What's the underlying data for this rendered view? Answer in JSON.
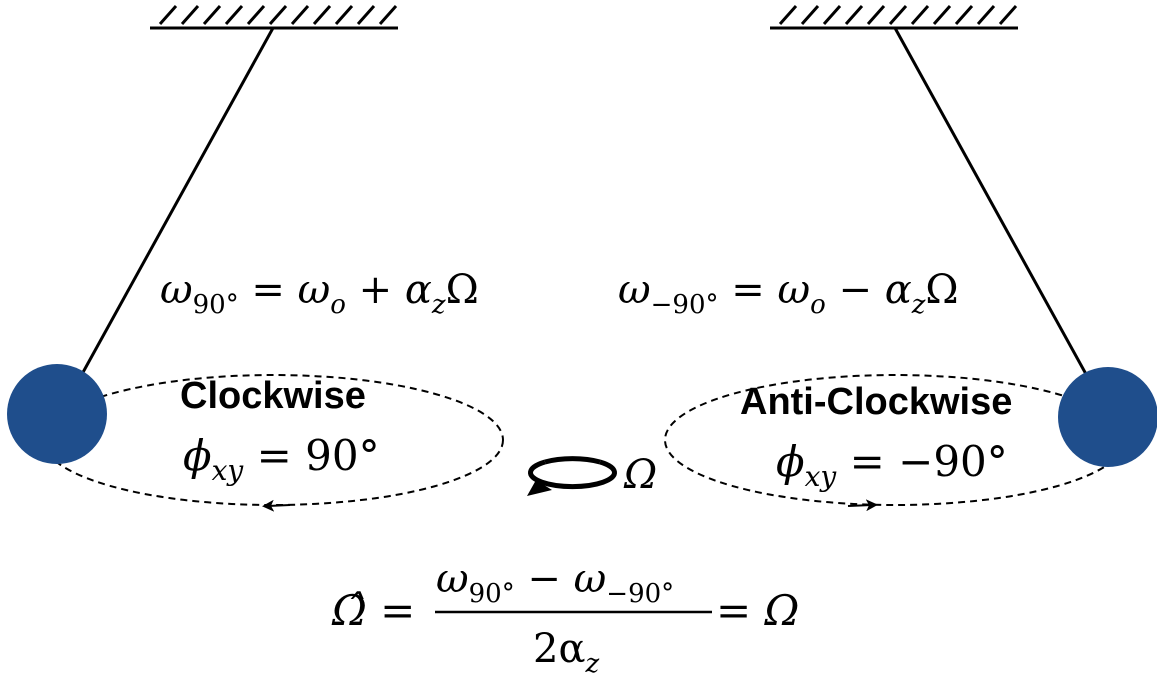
{
  "left": {
    "freq_equation": {
      "lhs": "ω",
      "lhs_sub": "90°",
      "eq": " = ",
      "a": "ω",
      "a_sub": "o",
      "op": " + ",
      "b": "α",
      "b_sub": "z",
      "c": "Ω"
    },
    "direction_label": "Clockwise",
    "phase_equation": {
      "sym": "ϕ",
      "sub": "xy",
      "rest": " = 90°"
    }
  },
  "right": {
    "freq_equation": {
      "lhs": "ω",
      "lhs_sub": "−90°",
      "eq": " = ",
      "a": "ω",
      "a_sub": "o",
      "op": " − ",
      "b": "α",
      "b_sub": "z",
      "c": "Ω"
    },
    "direction_label": "Anti-Clockwise",
    "phase_equation": {
      "sym": "ϕ",
      "sub": "xy",
      "rest": " = −90°"
    }
  },
  "rotation_symbol": "Ω",
  "estimate_equation": {
    "lhs": "Ω̂",
    "eq1": " = ",
    "num_a": "ω",
    "num_a_sub": "90°",
    "num_op": " − ",
    "num_b": "ω",
    "num_b_sub": "−90°",
    "den": "2α",
    "den_sub": "z",
    "eq2": " = ",
    "rhs": "Ω"
  },
  "colors": {
    "bob": "#1f4e8c",
    "line": "#000000"
  }
}
